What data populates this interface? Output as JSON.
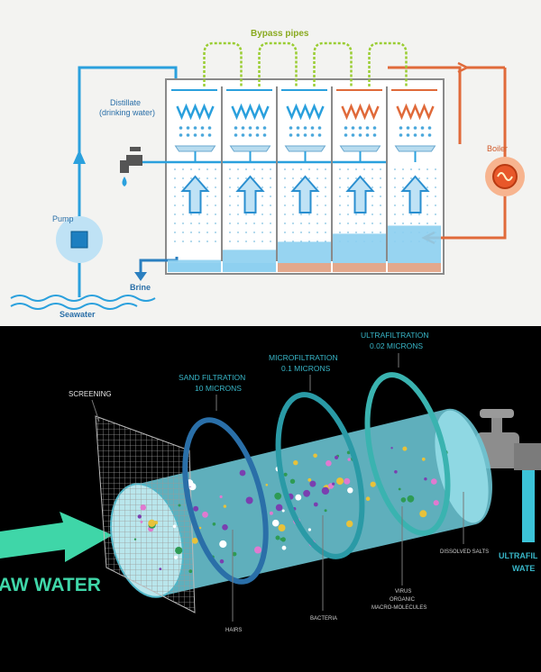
{
  "distillation": {
    "bypass_label": "Bypass pipes",
    "distillate_line1": "Distillate",
    "distillate_line2": "(drinking water)",
    "pump_label": "Pump",
    "boiler_label": "Boiler",
    "brine_label": "Brine",
    "seawater_label": "Seawater",
    "stage_count": 5,
    "brine_levels": [
      0.12,
      0.22,
      0.3,
      0.38,
      0.46
    ],
    "colors": {
      "cold_pipe": "#2aa0dd",
      "hot_pipe": "#e06a3a",
      "bypass_pipe": "#9acd32",
      "water": "#8ccff0",
      "brine_hot": "#f0a07a"
    }
  },
  "filtration": {
    "screening": "SCREENING",
    "sand_line1": "SAND FILTRATION",
    "sand_line2": "10 MICRONS",
    "micro_line1": "MICROFILTRATION",
    "micro_line2": "0.1 MICRONS",
    "ultra_line1": "ULTRAFILTRATION",
    "ultra_line2": "0.02 MICRONS",
    "raw_water": "AW WATER",
    "out_line1": "ULTRAFIL",
    "out_line2": "WATE",
    "hairs": "HAIRS",
    "bacteria": "BACTERIA",
    "virus": "VIRUS",
    "organic": "ORGANIC",
    "macro": "MACRO-MOLECULES",
    "salts": "DISSOLVED SALTS",
    "colors": {
      "tube": "#6cc7d6",
      "sand_ring": "#2a6fa8",
      "micro_ring": "#2a9aa6",
      "ultra_ring": "#3ab3b0",
      "label_teal": "#38b6c8",
      "arrow": "#3fd6a8"
    }
  }
}
